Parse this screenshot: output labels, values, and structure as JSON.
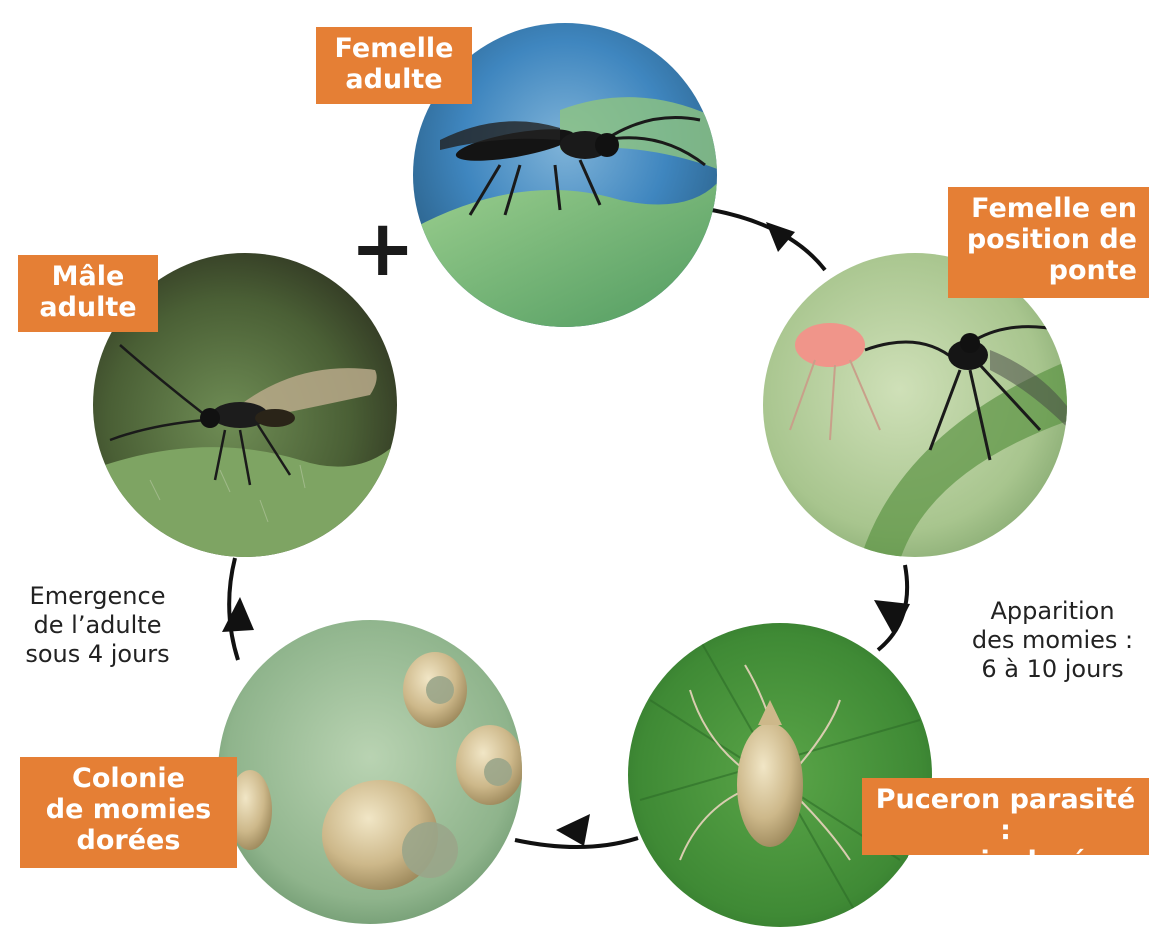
{
  "colors": {
    "label_bg": "#e57f35",
    "arrow": "#111111"
  },
  "stages": [
    {
      "label": "Femelle\nadulte",
      "photo": "female-wasp-on-leaf"
    },
    {
      "label": "Femelle en\nposition de\nponte",
      "photo": "female-wasp-ovipositing-into-aphid"
    },
    {
      "label": "Puceron parasité :\nmomie dorée",
      "photo": "single-golden-aphid-mummy"
    },
    {
      "label": "Colonie\nde momies\ndorées",
      "photo": "colony-of-golden-mummies"
    },
    {
      "label": "Mâle\nadulte",
      "photo": "male-wasp-on-leaf"
    }
  ],
  "plus_sign": "+",
  "captions": {
    "mummies": "Apparition\ndes momies :\n6 à 10 jours",
    "emergence": "Emergence\nde l’adulte\nsous 4 jours"
  }
}
